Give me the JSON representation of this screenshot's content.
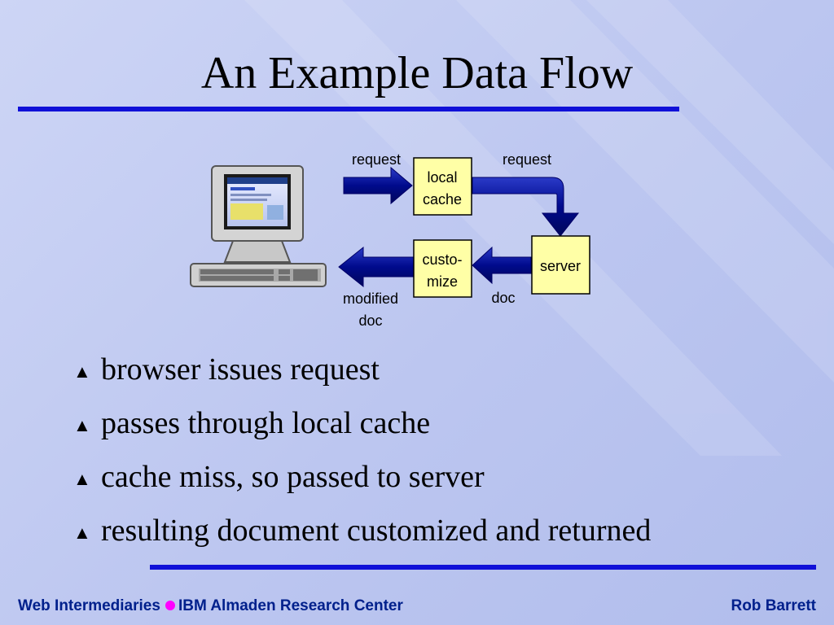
{
  "slide": {
    "title": "An Example Data Flow"
  },
  "diagram": {
    "nodes": {
      "local_cache": [
        "local",
        "cache"
      ],
      "customize": [
        "custo-",
        "mize"
      ],
      "server": "server"
    },
    "edges": {
      "browser_to_cache": "request",
      "cache_to_server": "request",
      "server_to_customize": "doc",
      "customize_to_browser": [
        "modified",
        "doc"
      ]
    },
    "icons": [
      "computer-icon"
    ]
  },
  "bullets": [
    "browser issues request",
    "passes through local cache",
    "cache miss, so passed to server",
    "resulting document customized and returned"
  ],
  "footer": {
    "left_part1": "Web Intermediaries",
    "left_part2": "IBM Almaden Research Center",
    "right": "Rob Barrett"
  },
  "colors": {
    "accent_rule": "#1010d8",
    "arrow": "#000a8c",
    "box_fill": "#ffffa6",
    "footer_text": "#00208c",
    "bullet_dot": "#ff00ff"
  }
}
